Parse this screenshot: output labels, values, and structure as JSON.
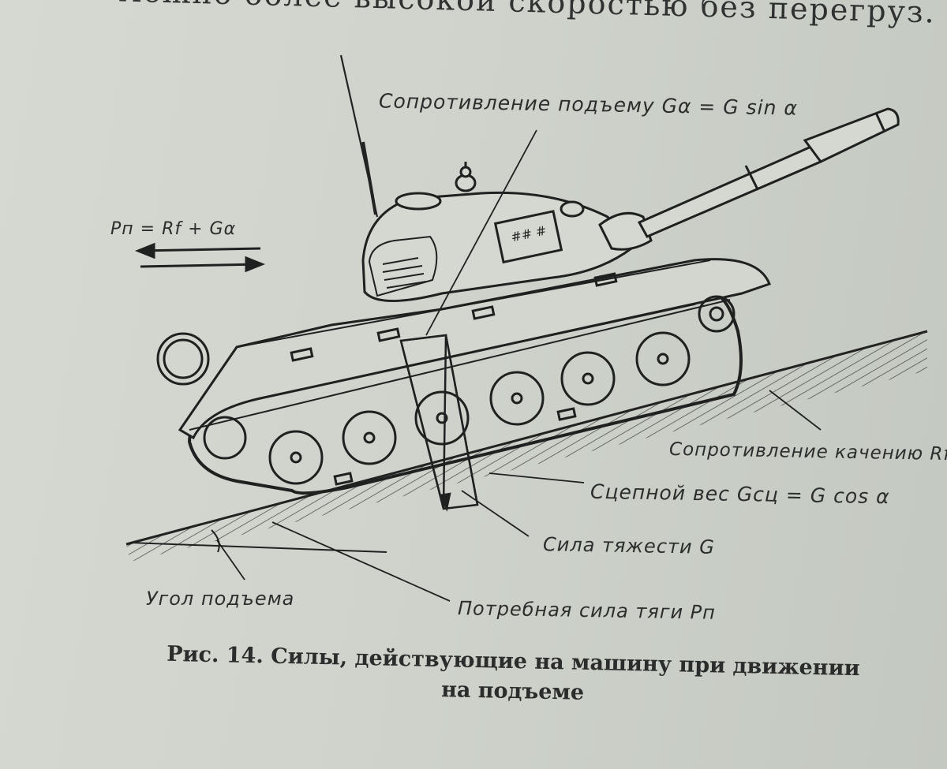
{
  "header": {
    "text": "можно более высокой скоростью без перегруз."
  },
  "figure": {
    "labels": {
      "lift_resistance": "Сопротивление подъему Gα = G sin α",
      "traction_formula": "Pп = Rf + Gα",
      "rolling_resistance": "Сопротивление качению Rf",
      "adhesion_weight": "Сцепной вес Gсц = G cos α",
      "gravity": "Сила тяжести G",
      "incline_angle": "Угол подъема",
      "required_traction": "Потребная сила тяги Pп"
    }
  },
  "caption": {
    "line1": "Рис. 14. Силы, действующие на машину при движении",
    "line2": "на подъеме"
  }
}
